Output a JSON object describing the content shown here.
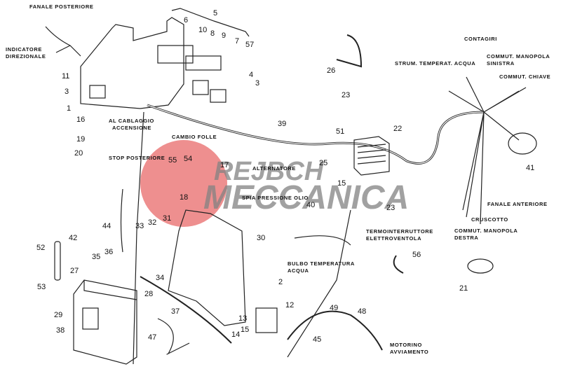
{
  "diagram": {
    "watermark": {
      "line1": "REJBCH",
      "line2": "MECCANICA",
      "circle_color": "#e86a6a"
    },
    "labels": [
      "FANALE POSTERIORE",
      "INDICATORE",
      "DIREZIONALE",
      "AL CABLAGGIO",
      "ACCENSIONE",
      "CAMBIO FOLLE",
      "STOP POSTERIORE",
      "ALTERNATORE",
      "SPIA PRESSIONE OLIO",
      "CONTAGIRI",
      "STRUM. TEMPERAT. ACQUA",
      "COMMUT. MANOPOLA",
      "SINISTRA",
      "COMMUT. CHIAVE",
      "FANALE ANTERIORE",
      "CRUSCOTTO",
      "COMMUT. MANOPOLA",
      "DESTRA",
      "TERMOINTERRUTTORE",
      "ELETTROVENTOLA",
      "BULBO TEMPERATURA",
      "ACQUA",
      "MOTORINO",
      "AVVIAMENTO"
    ],
    "callouts": [
      "5",
      "6",
      "10",
      "8",
      "9",
      "7",
      "57",
      "11",
      "3",
      "1",
      "4",
      "3",
      "16",
      "19",
      "20",
      "55",
      "54",
      "17",
      "18",
      "39",
      "23",
      "51",
      "22",
      "25",
      "15",
      "40",
      "23",
      "26",
      "41",
      "44",
      "33",
      "32",
      "31",
      "30",
      "42",
      "52",
      "35",
      "36",
      "27",
      "34",
      "28",
      "53",
      "29",
      "38",
      "37",
      "47",
      "2",
      "12",
      "13",
      "14",
      "15",
      "49",
      "48",
      "45",
      "56",
      "21"
    ]
  }
}
